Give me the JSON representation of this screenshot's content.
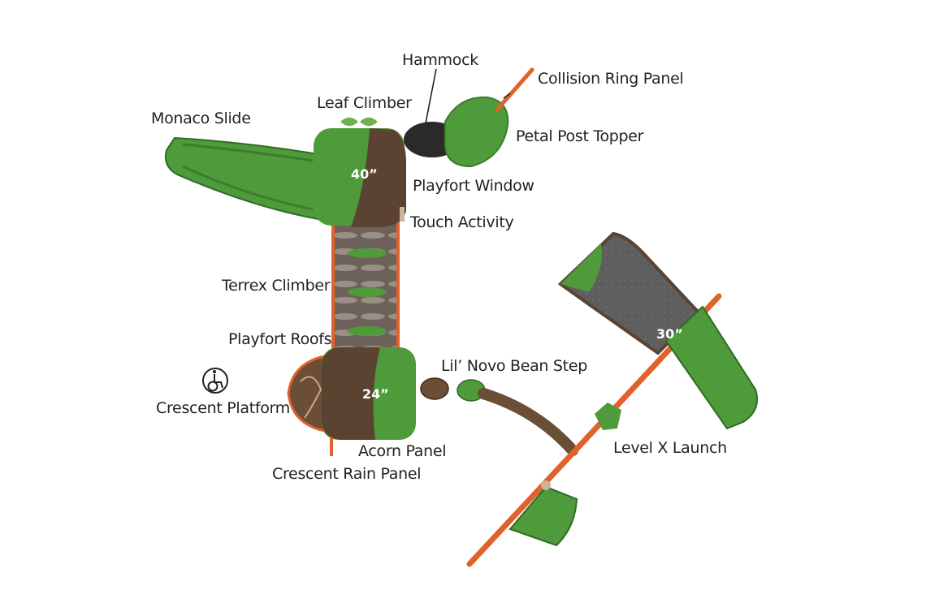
{
  "labels": {
    "hammock": "Hammock",
    "collision_ring_panel": "Collision Ring Panel",
    "leaf_climber": "Leaf Climber",
    "monaco_slide": "Monaco Slide",
    "petal_post_topper": "Petal Post Topper",
    "playfort_window": "Playfort Window",
    "touch_activity": "Touch Activity",
    "terrex_climber": "Terrex Climber",
    "playfort_roofs": "Playfort Roofs",
    "lil_novo_bean_step": "Lil’ Novo Bean Step",
    "crescent_platform": "Crescent Platform",
    "acorn_panel": "Acorn Panel",
    "crescent_rain_panel": "Crescent Rain Panel",
    "level_x_launch": "Level X Launch"
  },
  "heights": {
    "top_deck": "40”",
    "lower_deck": "24”",
    "right_deck": "30”"
  },
  "icons": {
    "accessibility": "wheelchair-icon"
  },
  "colors": {
    "green": "#4f9a3a",
    "dark_green": "#2f6b25",
    "brown": "#5b4331",
    "orange": "#e0612a",
    "gray_deck": "#5e5e5e"
  }
}
